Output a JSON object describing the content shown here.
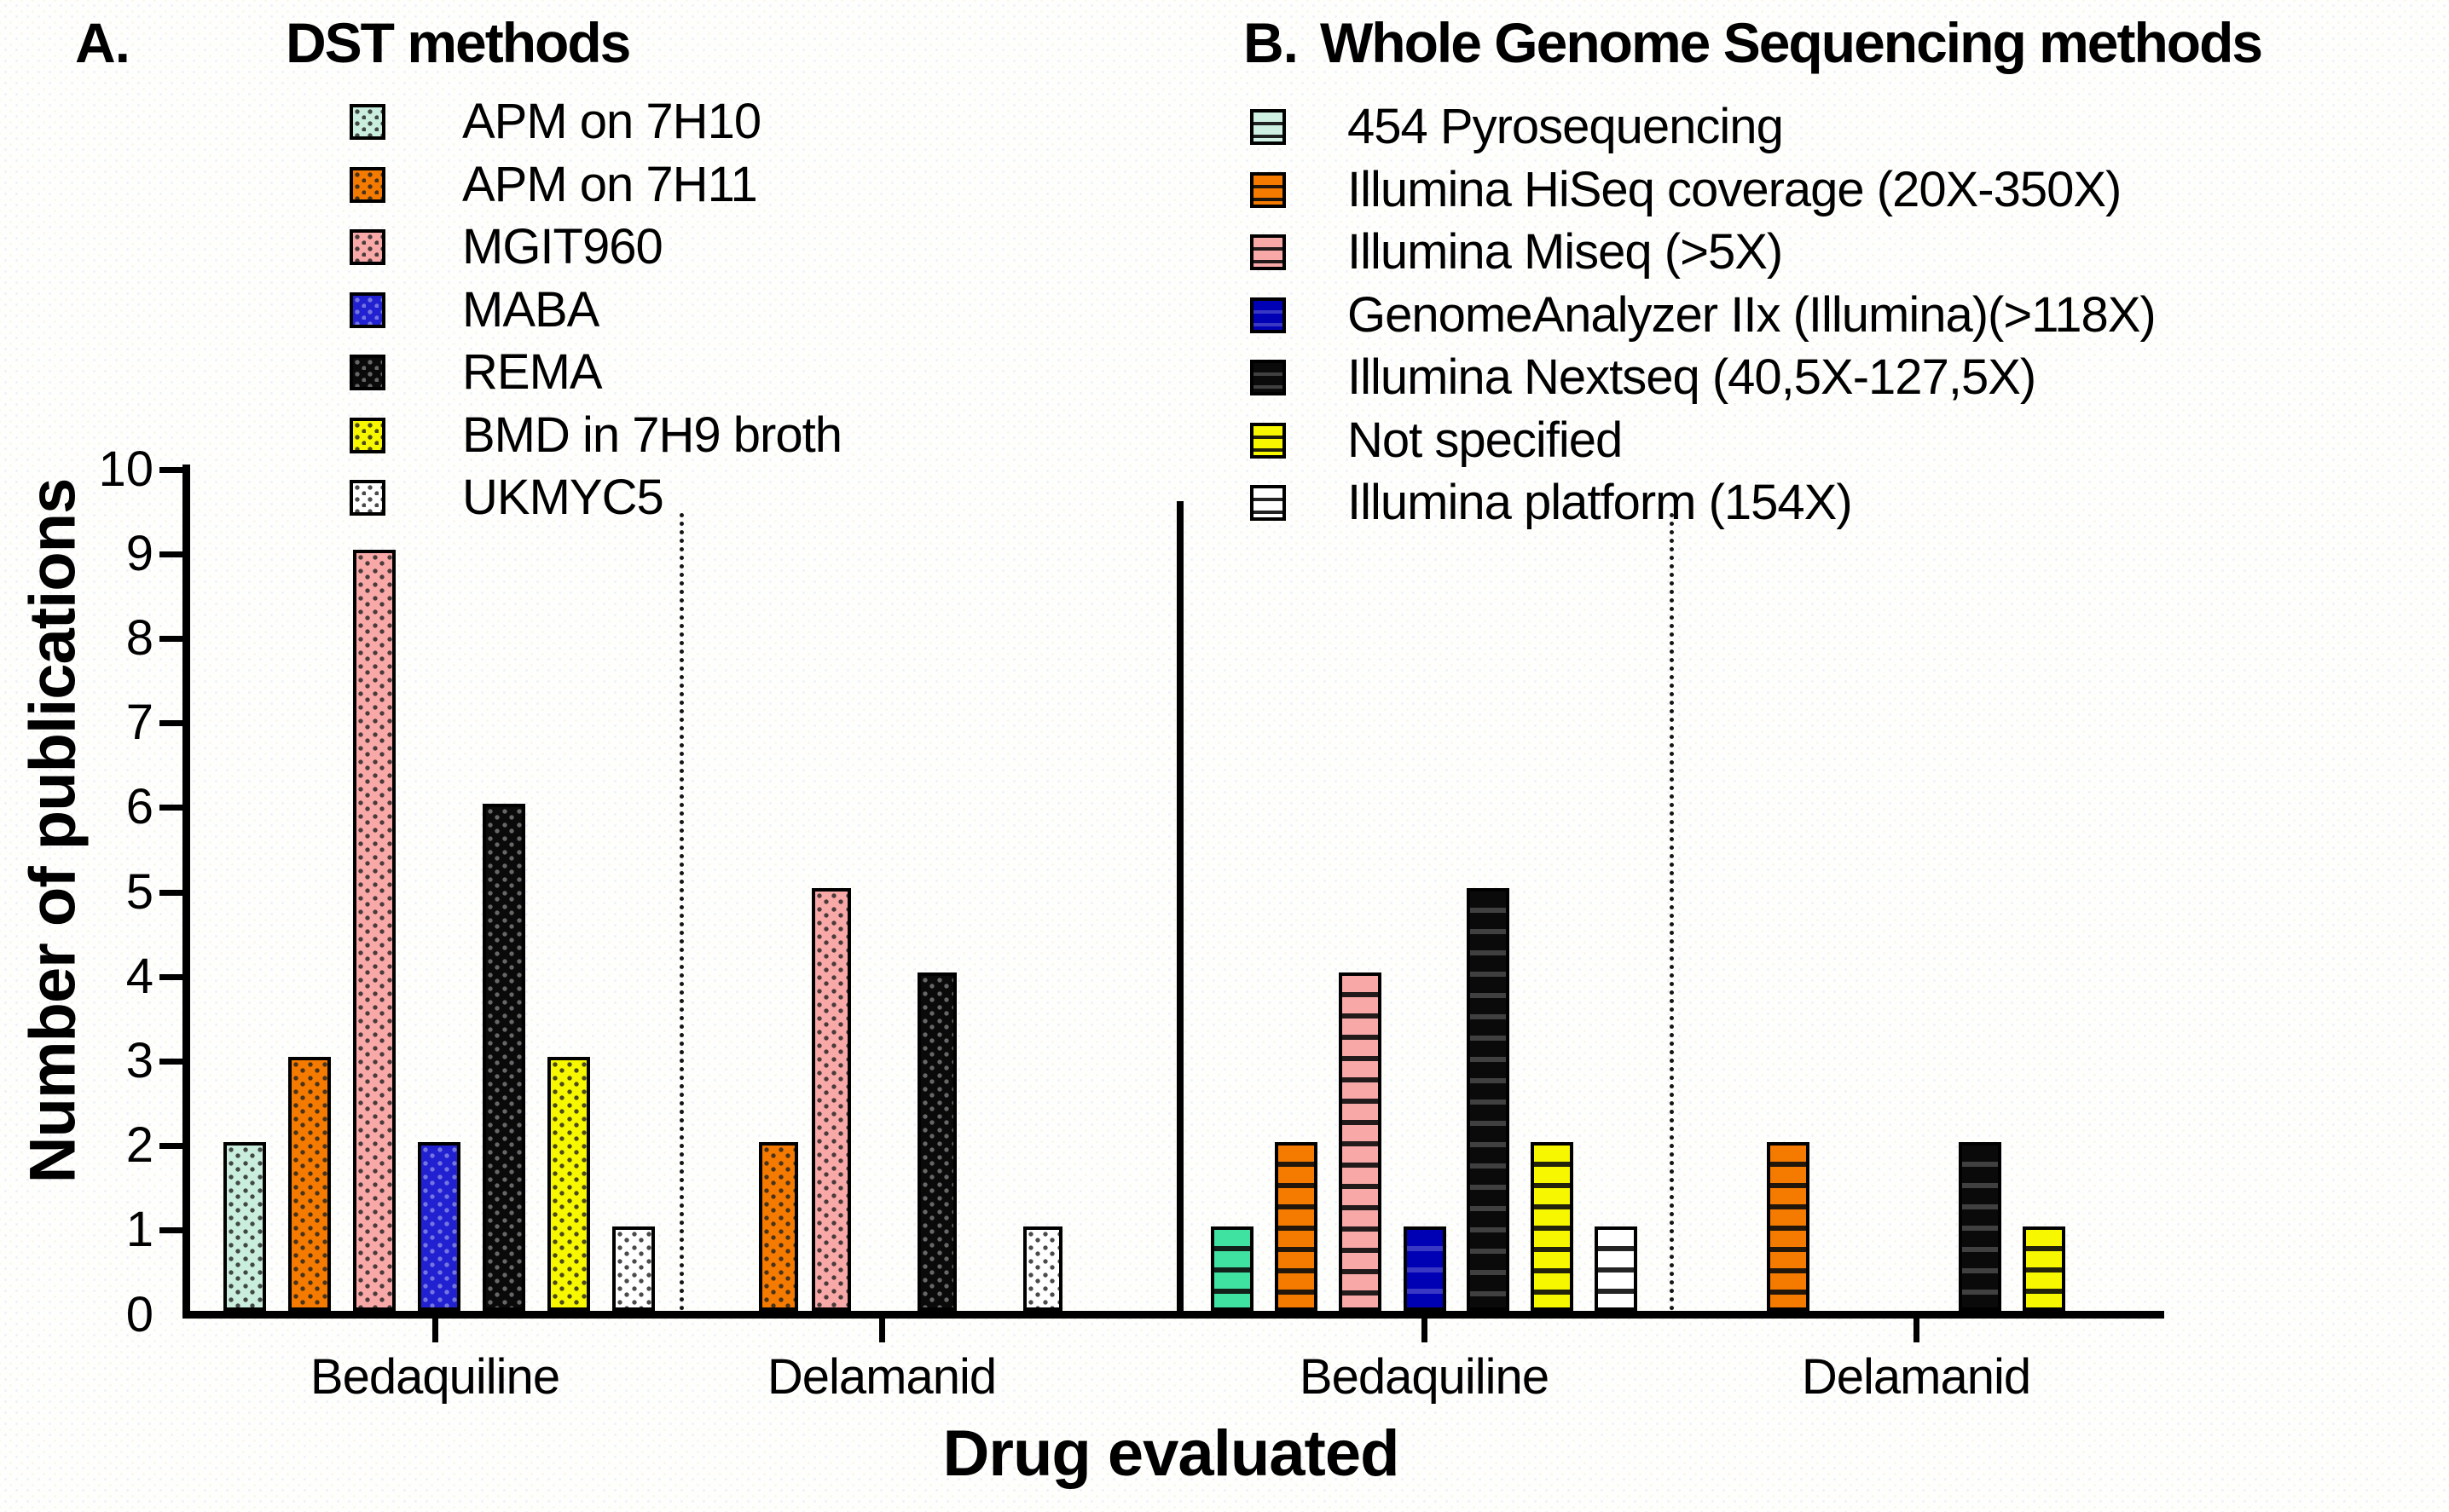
{
  "figure": {
    "panel_a": {
      "letter": "A.",
      "title": "DST methods"
    },
    "panel_b": {
      "letter": "B.",
      "title": "Whole Genome Sequencing methods"
    }
  },
  "axes": {
    "y_title": "Number of publications",
    "x_title": "Drug evaluated",
    "y_ticks": [
      "0",
      "1",
      "2",
      "3",
      "4",
      "5",
      "6",
      "7",
      "8",
      "9",
      "10"
    ],
    "x_group_labels": [
      "Bedaquiline",
      "Delamanid",
      "Bedaquiline",
      "Delamanid"
    ]
  },
  "legend_a": {
    "items": [
      {
        "label": "APM on 7H10",
        "color": "#c9eedd",
        "pattern": "speckle",
        "dark": false
      },
      {
        "label": "APM on 7H11",
        "color": "#f57a00",
        "pattern": "speckle",
        "dark": false
      },
      {
        "label": "MGIT960",
        "color": "#f9a8a8",
        "pattern": "speckle",
        "dark": false
      },
      {
        "label": "MABA",
        "color": "#2121d1",
        "pattern": "speckle",
        "dark": true
      },
      {
        "label": "REMA",
        "color": "#0a0a0a",
        "pattern": "speckle",
        "dark": true
      },
      {
        "label": "BMD in 7H9 broth",
        "color": "#f7f700",
        "pattern": "speckle",
        "dark": false
      },
      {
        "label": "UKMYC5",
        "color": "#ffffff",
        "pattern": "speckle",
        "dark": false
      }
    ]
  },
  "legend_b": {
    "items": [
      {
        "label": "454 Pyrosequencing",
        "color": "#cdf0e2",
        "pattern": "hstripe",
        "dark": false
      },
      {
        "label": "Illumina HiSeq coverage (20X-350X)",
        "color": "#f57a00",
        "pattern": "hstripe",
        "dark": false
      },
      {
        "label": "Illumina Miseq (>5X)",
        "color": "#f9a8a8",
        "pattern": "hstripe",
        "dark": false
      },
      {
        "label": "GenomeAnalyzer IIx (Illumina)(>118X)",
        "color": "#0000b4",
        "pattern": "hstripe",
        "dark": true
      },
      {
        "label": "Illumina Nextseq (40,5X-127,5X)",
        "color": "#0a0a0a",
        "pattern": "hstripe",
        "dark": true
      },
      {
        "label": "Not specified",
        "color": "#f7f700",
        "pattern": "hstripe",
        "dark": false
      },
      {
        "label": "Illumina platform (154X)",
        "color": "#ffffff",
        "pattern": "hstripe",
        "dark": false
      }
    ]
  },
  "chart_data": {
    "type": "bar",
    "title": "",
    "xlabel": "Drug evaluated",
    "ylabel": "Number of publications",
    "ylim": [
      0,
      10
    ],
    "grid": false,
    "legend_position": "top",
    "categories": [
      "Bedaquiline",
      "Delamanid"
    ],
    "panels": [
      {
        "label": "A.",
        "title": "DST methods",
        "pattern": "speckle",
        "series": [
          {
            "name": "APM on 7H10",
            "color": "#c9eedd",
            "dark": false,
            "values": [
              2,
              0
            ]
          },
          {
            "name": "APM on 7H11",
            "color": "#f57a00",
            "dark": false,
            "values": [
              3,
              2
            ]
          },
          {
            "name": "MGIT960",
            "color": "#f9a8a8",
            "dark": false,
            "values": [
              9,
              5
            ]
          },
          {
            "name": "MABA",
            "color": "#2121d1",
            "dark": true,
            "values": [
              2,
              0
            ]
          },
          {
            "name": "REMA",
            "color": "#0a0a0a",
            "dark": true,
            "values": [
              6,
              4
            ]
          },
          {
            "name": "BMD in 7H9 broth",
            "color": "#f7f700",
            "dark": false,
            "values": [
              3,
              0
            ]
          },
          {
            "name": "UKMYC5",
            "color": "#ffffff",
            "dark": false,
            "values": [
              1,
              1
            ]
          }
        ]
      },
      {
        "label": "B.",
        "title": "Whole Genome Sequencing methods",
        "pattern": "hstripe",
        "series": [
          {
            "name": "454 Pyrosequencing",
            "color": "#3fe2a0",
            "dark": false,
            "values": [
              1,
              0
            ]
          },
          {
            "name": "Illumina HiSeq coverage (20X-350X)",
            "color": "#f57a00",
            "dark": false,
            "values": [
              2,
              2
            ]
          },
          {
            "name": "Illumina Miseq (>5X)",
            "color": "#f9a8a8",
            "dark": false,
            "values": [
              4,
              0
            ]
          },
          {
            "name": "GenomeAnalyzer IIx (Illumina)(>118X)",
            "color": "#0000b4",
            "dark": true,
            "values": [
              1,
              0
            ]
          },
          {
            "name": "Illumina Nextseq (40,5X-127,5X)",
            "color": "#0a0a0a",
            "dark": true,
            "values": [
              5,
              2
            ]
          },
          {
            "name": "Not specified",
            "color": "#f7f700",
            "dark": false,
            "values": [
              2,
              1
            ]
          },
          {
            "name": "Illumina platform (154X)",
            "color": "#ffffff",
            "dark": false,
            "values": [
              1,
              0
            ]
          }
        ]
      }
    ]
  }
}
